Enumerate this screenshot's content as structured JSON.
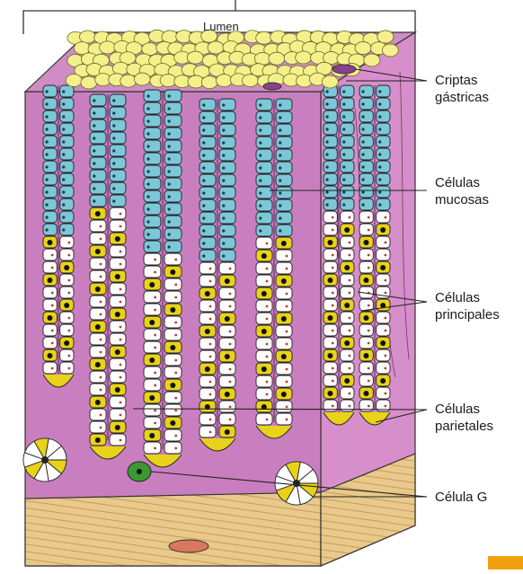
{
  "figure": {
    "lumen_label": "Lumen",
    "labels": [
      {
        "id": "criptas",
        "lines": [
          "Criptas",
          "gástricas"
        ]
      },
      {
        "id": "mucosas",
        "lines": [
          "Células",
          "mucosas"
        ]
      },
      {
        "id": "principales",
        "lines": [
          "Células",
          "principales"
        ]
      },
      {
        "id": "parietales",
        "lines": [
          "Células",
          "parietales"
        ]
      },
      {
        "id": "celula-g",
        "lines": [
          "Célula G"
        ]
      }
    ]
  },
  "colors": {
    "lumen_cells": "#f4f08c",
    "mucous_cells": "#7cc7d8",
    "chief_cells": "#ffffff",
    "parietal_cells": "#e8d21a",
    "g_cell": "#3a9a32",
    "lamina_propria": "#c97fbf",
    "muscularis": "#e8c88a",
    "corner_accent": "#f0a010"
  }
}
